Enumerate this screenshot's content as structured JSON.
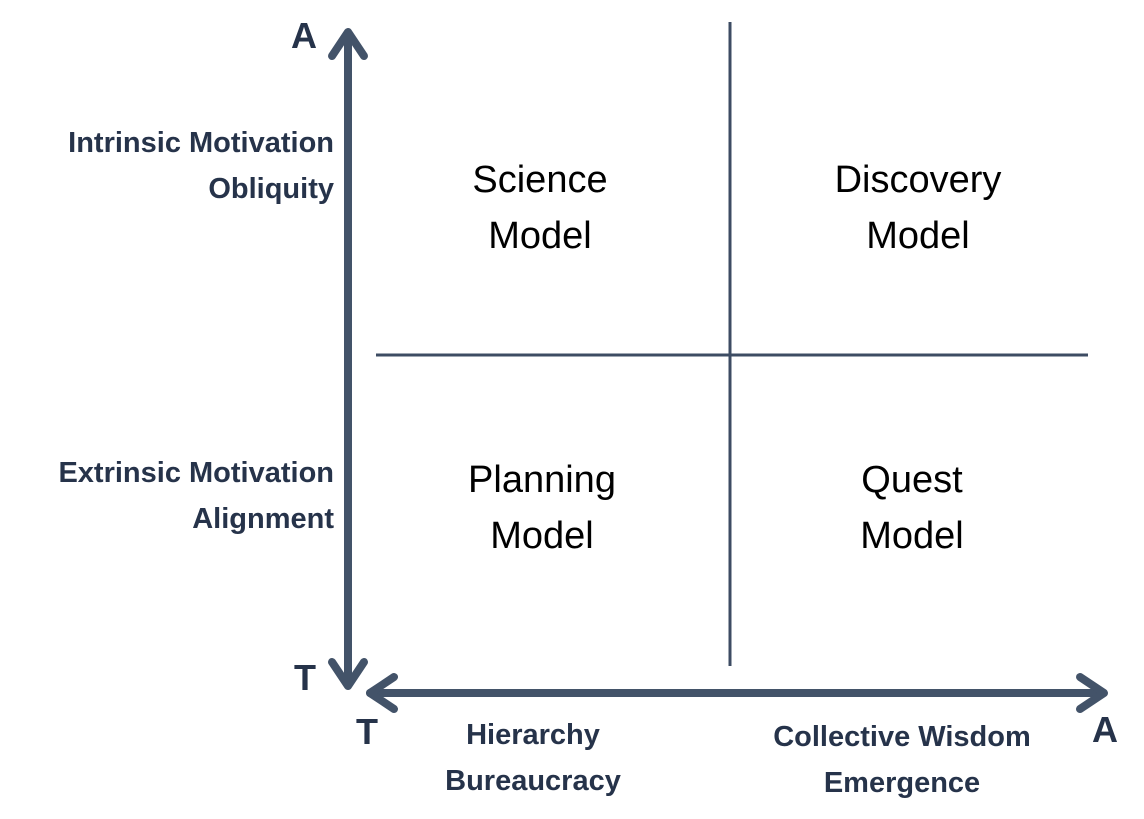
{
  "axes": {
    "y_top_label": "A",
    "y_bottom_label": "T",
    "x_left_label": "T",
    "x_right_label": "A",
    "y_upper_desc": [
      "Intrinsic Motivation",
      "Obliquity"
    ],
    "y_lower_desc": [
      "Extrinsic Motivation",
      "Alignment"
    ],
    "x_left_desc": [
      "Hierarchy",
      "Bureaucracy"
    ],
    "x_right_desc": [
      "Collective Wisdom",
      "Emergence"
    ]
  },
  "quadrants": {
    "top_left": [
      "Science",
      "Model"
    ],
    "top_right": [
      "Discovery",
      "Model"
    ],
    "bottom_left": [
      "Planning",
      "Model"
    ],
    "bottom_right": [
      "Quest",
      "Model"
    ]
  },
  "colors": {
    "axis": "#435369",
    "divider": "#3d4c63",
    "axis_text": "#26334a",
    "quadrant_text": "#000000"
  }
}
